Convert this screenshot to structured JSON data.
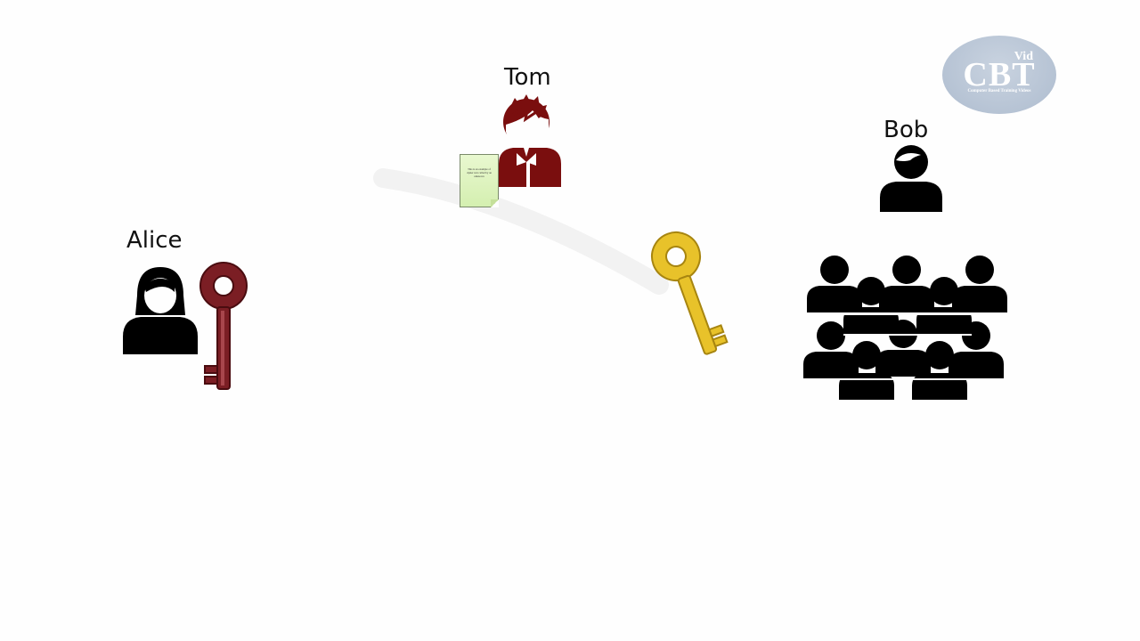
{
  "people": {
    "alice": "Alice",
    "tom": "Tom",
    "bob": "Bob"
  },
  "document": {
    "text": "This is an example of cipher text called by an unknown"
  },
  "logo": {
    "brand": "CBT",
    "sub": "Vid",
    "tagline": "Computer Based Training Videos"
  },
  "colors": {
    "alice_key": "#7b1e24",
    "public_key": "#e8c22a",
    "tom": "#7a0e0e",
    "people": "#000000",
    "background": "#fefefe"
  },
  "icons": [
    "person-icon",
    "person-hacker-icon",
    "key-icon",
    "crowd-icon",
    "document-icon"
  ]
}
